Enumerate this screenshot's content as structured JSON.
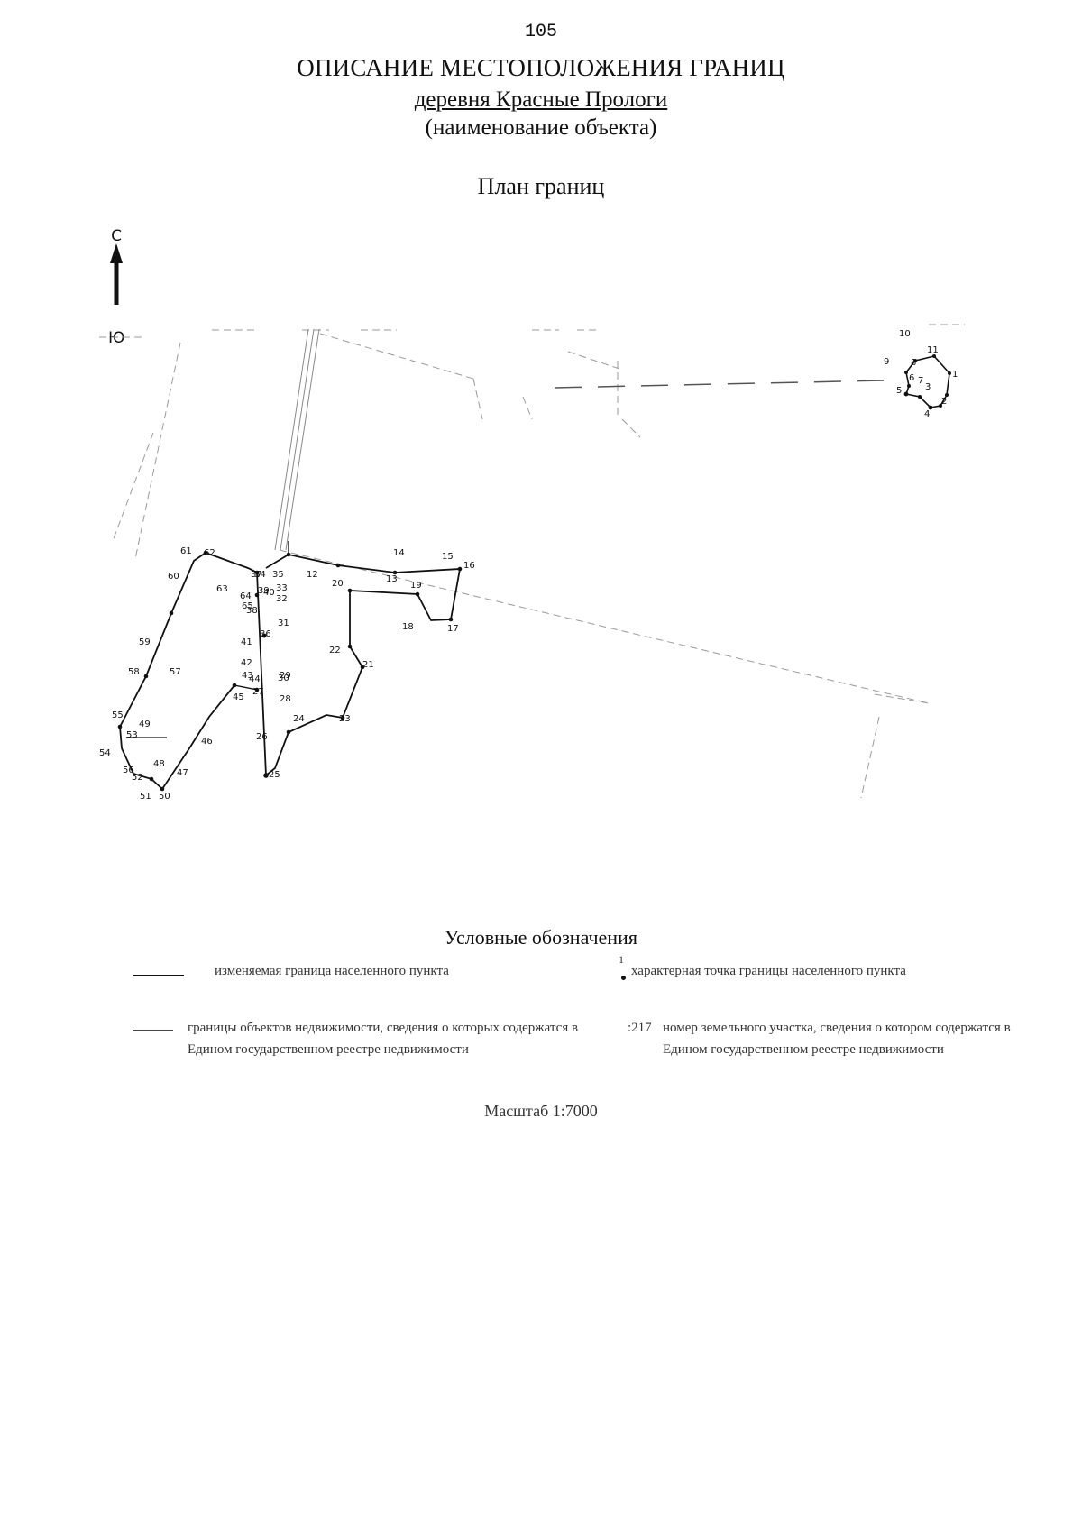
{
  "header": {
    "page_number": "105",
    "title": "ОПИСАНИЕ МЕСТОПОЛОЖЕНИЯ ГРАНИЦ",
    "object_name": "деревня Красные Прологи",
    "object_caption": "(наименование объекта)",
    "plan_title": "План границ"
  },
  "compass": {
    "north": "С",
    "south": "Ю"
  },
  "map": {
    "main_point_labels": [
      "1",
      "2",
      "3",
      "4",
      "5",
      "6",
      "7",
      "8",
      "9",
      "10",
      "11"
    ],
    "point_labels": [
      "12",
      "13",
      "14",
      "15",
      "16",
      "17",
      "18",
      "19",
      "20",
      "21",
      "22",
      "23",
      "24",
      "25",
      "26",
      "27",
      "28",
      "29",
      "30",
      "31",
      "32",
      "33",
      "34",
      "35",
      "36",
      "37",
      "38",
      "39",
      "40",
      "41",
      "42",
      "43",
      "44",
      "45",
      "46",
      "47",
      "48",
      "49",
      "50",
      "51",
      "52",
      "53",
      "54",
      "55",
      "56",
      "57",
      "58",
      "59",
      "60",
      "61",
      "62",
      "63",
      "64",
      "65"
    ]
  },
  "legend": {
    "title": "Условные обозначения",
    "items": [
      {
        "text": "изменяемая граница населенного пункта"
      },
      {
        "symbol": "1",
        "text": "характерная точка границы населенного пункта"
      },
      {
        "text": "границы объектов недвижимости, сведения о которых содержатся в Едином государственном реестре недвижимости"
      },
      {
        "symbol": ":217",
        "text": "номер земельного участка, сведения о котором содержатся в Едином государственном реестре недвижимости"
      }
    ]
  },
  "scale": "Масштаб 1:7000"
}
